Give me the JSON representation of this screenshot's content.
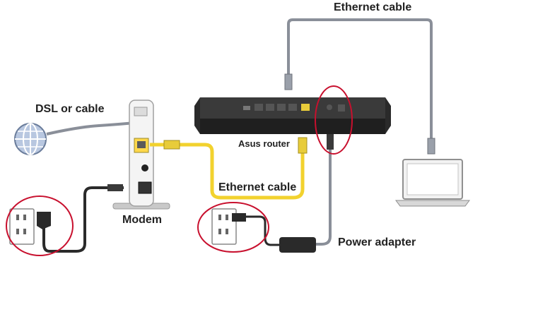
{
  "labels": {
    "ethernet_top": "Ethernet cable",
    "dsl": "DSL or cable",
    "router": "Asus router",
    "ethernet_mid": "Ethernet cable",
    "modem": "Modem",
    "power": "Power adapter"
  },
  "colors": {
    "cable_gray": "#8a8f99",
    "cable_yellow": "#f2d22e",
    "cable_black": "#2a2a2a",
    "highlight_red": "#c8102e",
    "router_body": "#3a3a3a",
    "device_white": "#f2f2f2"
  },
  "icons": [
    "globe-icon",
    "wall-outlet-icon",
    "wall-outlet-icon",
    "modem-icon",
    "router-icon",
    "laptop-icon",
    "power-adapter-icon"
  ]
}
